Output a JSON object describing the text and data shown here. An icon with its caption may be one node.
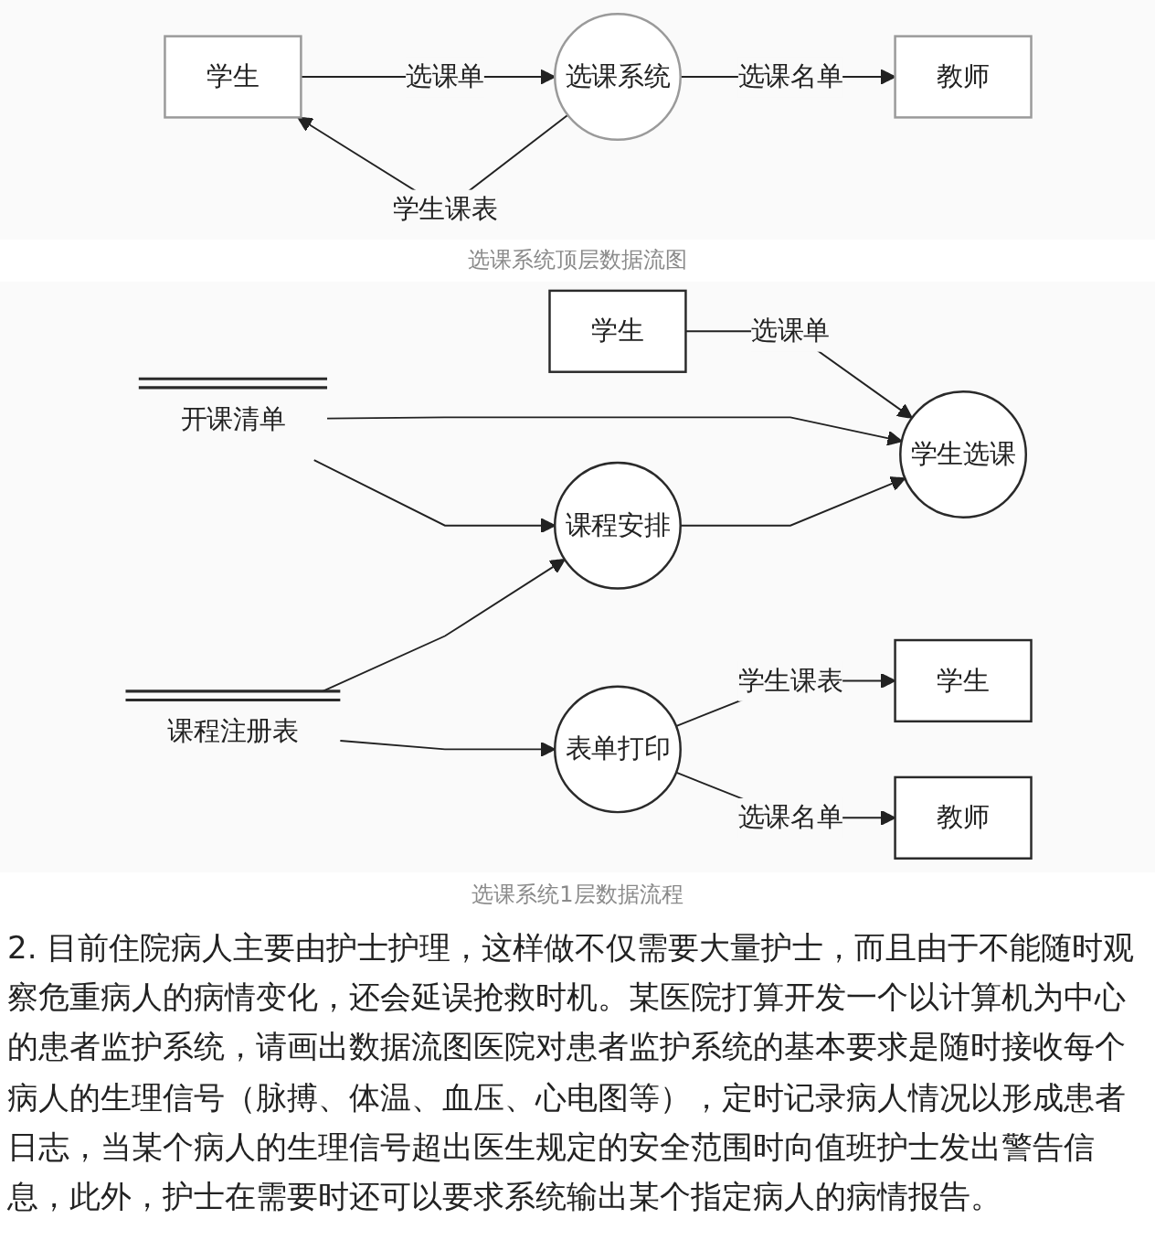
{
  "diagram": {
    "nodes": [
      {
        "text": [
          "学生"
        ]
      },
      {
        "text": [
          "选课系统"
        ]
      },
      {
        "text": [
          "教师"
        ]
      },
      {
        "text": [
          "学生"
        ]
      },
      {
        "text": [
          "学生选课"
        ]
      },
      {
        "text": [
          "表单打印"
        ]
      },
      {
        "text": [
          "学生"
        ]
      },
      {
        "text": [
          "教师"
        ]
      },
      {
        "text": [
          "课程安排"
        ]
      },
      {
        "text": [
          "开课清单"
        ]
      },
      {
        "text": [
          "课程注册表"
        ]
      }
    ],
    "edges": [
      {
        "from": 0,
        "to": 1,
        "arrow": "to",
        "label": "选课单"
      },
      {
        "from": 1,
        "to": 0,
        "arrow": "to",
        "label": "学生课表"
      },
      {
        "from": 1,
        "to": 2,
        "arrow": "to",
        "label": "选课名单"
      },
      {
        "from": 3,
        "to": 4,
        "arrow": "to",
        "label": "选课单"
      },
      {
        "from": 9,
        "to": 4,
        "arrow": "to"
      },
      {
        "from": 9,
        "to": 8,
        "arrow": "to"
      },
      {
        "from": 8,
        "to": 4,
        "arrow": "to"
      },
      {
        "from": 10,
        "to": 8,
        "arrow": "to"
      },
      {
        "from": 10,
        "to": 5,
        "arrow": "to"
      },
      {
        "from": 5,
        "to": 6,
        "arrow": "to",
        "label": "学生课表"
      },
      {
        "from": 5,
        "to": 7,
        "arrow": "to",
        "label": "选课名单"
      }
    ],
    "labels": [
      "选课系统顶层数据流图",
      "选课系统1层数据流程",
      "2. 目前住院病人主要由护士护理，这样做不仅需要大量护士，而且由于不能随时观察危重病人的病情变化，还会延误抢救时机。某医院打算开发一个以计算机为中心的患者监护系统，请画出数据流图医院对患者监护系统的基本要求是随时接收每个病人的生理信号（脉搏、体温、血压、心电图等），定时记录病人情况以形成患者日志，当某个病人的生理信号超出医生规定的安全范围时向值班护士发出警告信息，此外，护士在需要时还可以要求系统输出某个指定病人的病情报告。"
    ]
  }
}
